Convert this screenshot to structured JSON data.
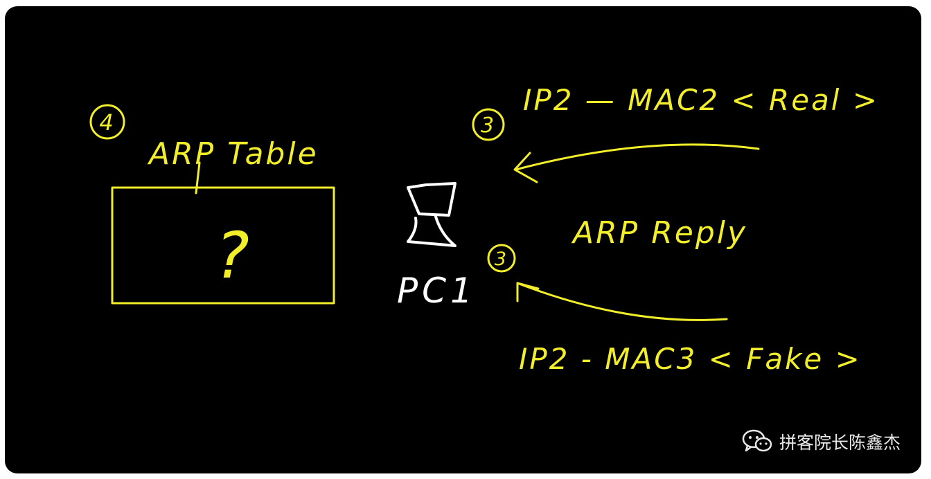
{
  "diagram": {
    "step_left": "4",
    "step_reply_real": "3",
    "step_reply_fake": "3",
    "arp_table_label": "ARP Table",
    "arp_table_content": "?",
    "pc_label": "PC1",
    "reply_real_text": "IP2 — MAC2 < Real >",
    "reply_fake_text": "IP2 - MAC3 < Fake >",
    "arp_reply_label": "ARP Reply"
  },
  "watermark": {
    "text": "拼客院长陈鑫杰",
    "icon": "wechat-icon"
  },
  "colors": {
    "background": "#000000",
    "ink_yellow": "#f2ee2a",
    "ink_white": "#ffffff"
  }
}
